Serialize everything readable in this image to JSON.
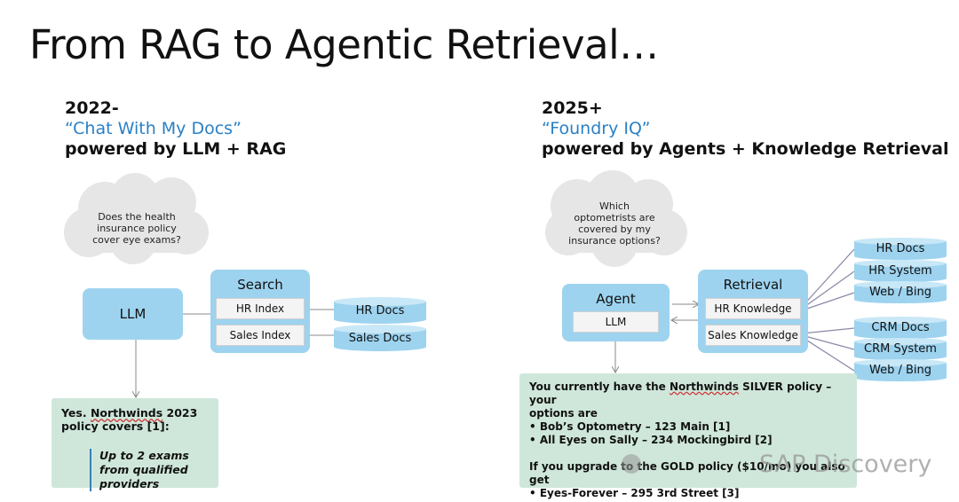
{
  "title": "From RAG to Agentic Retrieval…",
  "left": {
    "year": "2022-",
    "name": "“Chat With My Docs”",
    "powered": "powered by LLM + RAG",
    "question": "Does the health insurance policy cover eye exams?",
    "llm_label": "LLM",
    "search": {
      "title": "Search",
      "indexes": [
        "HR Index",
        "Sales Index"
      ]
    },
    "docs": [
      "HR Docs",
      "Sales Docs"
    ],
    "answer": {
      "line1_pre": "Yes. ",
      "line1_u": "Northwinds",
      "line1_post": " 2023",
      "line2": "policy covers [1]:",
      "quote": "Up to 2 exams from qualified providers"
    }
  },
  "right": {
    "year": "2025+",
    "name": "“Foundry IQ”",
    "powered": "powered by Agents + Knowledge Retrieval",
    "question": "Which optometrists are covered by my insurance options?",
    "agent": {
      "title": "Agent",
      "inner": "LLM"
    },
    "retrieval": {
      "title": "Retrieval",
      "items": [
        "HR Knowledge",
        "Sales Knowledge"
      ]
    },
    "hr_sources": [
      "HR Docs",
      "HR System",
      "Web / Bing"
    ],
    "crm_sources": [
      "CRM Docs",
      "CRM System",
      "Web / Bing"
    ],
    "answer": {
      "l1_pre": "You currently have the ",
      "l1_u": "Northwinds",
      "l1_post": " SILVER policy – your",
      "l2": "options are",
      "b1": "•  Bob’s Optometry – 123 Main [1]",
      "b2": "•  All Eyes on Sally – 234 Mockingbird [2]",
      "l3": "If you upgrade to the GOLD policy ($10/mo) you also get",
      "b3": "•  Eyes-Forever – 295 3rd Street [3]"
    }
  },
  "watermark": "SAP Discovery"
}
